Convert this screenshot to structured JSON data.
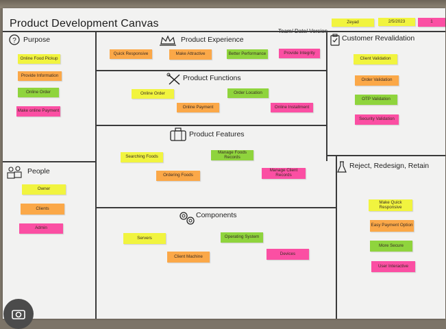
{
  "title": "Product Development Canvas",
  "team_label": "Team/ Date/ Version",
  "header_notes": [
    "Zeyad",
    "2/5/2023",
    "1"
  ],
  "sections": {
    "purpose": {
      "title": "Purpose",
      "notes": [
        "Online Food Pickup",
        "Provide Information",
        "Online Order",
        "Make online Payment"
      ]
    },
    "people": {
      "title": "People",
      "notes": [
        "Owner",
        "Clients",
        "Admin"
      ]
    },
    "product_experience": {
      "title": "Product Experience",
      "notes": [
        "Quick Responsive",
        "Make Attractive",
        "Better Performance",
        "Provide Integrity"
      ]
    },
    "product_functions": {
      "title": "Product Functions",
      "notes": [
        "Online Order",
        "Online Payment",
        "Order Location",
        "Online Installment"
      ]
    },
    "product_features": {
      "title": "Product Features",
      "notes": [
        "Searching Foods",
        "Ordering Foods",
        "Manage Foods Records",
        "Manage Client Records"
      ]
    },
    "components": {
      "title": "Components",
      "notes": [
        "Servers",
        "Client Machine",
        "Operating System",
        "Devices"
      ]
    },
    "customer_revalidation": {
      "title": "Customer Revalidation",
      "notes": [
        "Client Validation",
        "Order Validation",
        "OTP Validation",
        "Security Validation"
      ]
    },
    "reject": {
      "title": "Reject, Redesign, Retain",
      "notes": [
        "Make Quick Responsive",
        "Easy Payment Option",
        "More Secure",
        "User Interactive"
      ]
    }
  },
  "colors": {
    "yellow": "#f1f43f",
    "orange": "#fba848",
    "green": "#8fd43d",
    "pink": "#fb4fa3"
  },
  "icons": [
    "question-icon",
    "people-icon",
    "crown-icon",
    "tools-icon",
    "briefcase-icon",
    "gears-icon",
    "clipboard-check-icon",
    "flask-icon",
    "camera-icon"
  ]
}
